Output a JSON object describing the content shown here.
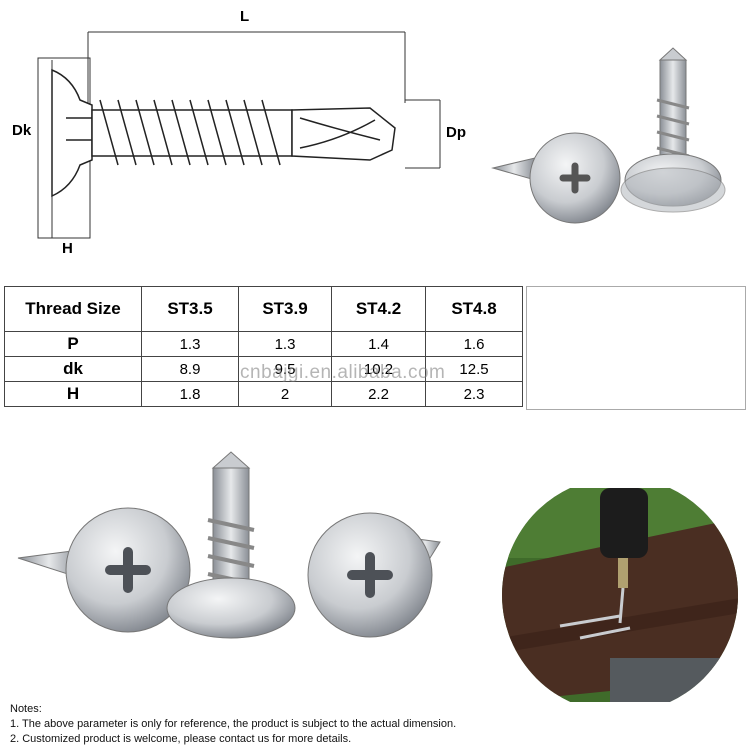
{
  "drawing": {
    "label_length": "L",
    "label_head_diameter": "Dk",
    "label_head_height": "H",
    "label_drill_point": "Dp"
  },
  "table": {
    "headers": [
      "Thread Size",
      "ST3.5",
      "ST3.9",
      "ST4.2",
      "ST4.8"
    ],
    "rows": [
      {
        "label": "P",
        "values": [
          "1.3",
          "1.3",
          "1.4",
          "1.6"
        ]
      },
      {
        "label": "dk",
        "values": [
          "8.9",
          "9.5",
          "10.2",
          "12.5"
        ]
      },
      {
        "label": "H",
        "values": [
          "1.8",
          "2",
          "2.2",
          "2.3"
        ]
      }
    ]
  },
  "watermark": "cnbajgi.en.alibaba.com",
  "notes": {
    "title": "Notes:",
    "items": [
      "1. The above parameter is only for reference, the product is subject to the actual dimension.",
      "2. Customized product is welcome, please contact us for more details."
    ]
  },
  "colors": {
    "steel": "#c9ccd0",
    "steel_dark": "#8a8f96",
    "deck_wood": "#4a2e22",
    "grass": "#3f6b2a"
  }
}
